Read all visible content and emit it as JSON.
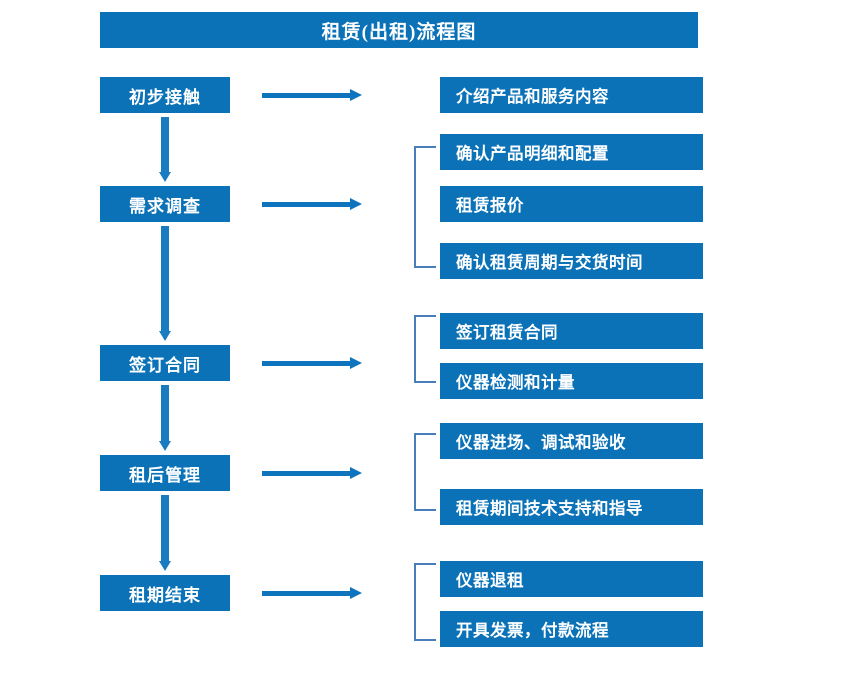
{
  "diagram": {
    "title": "租赁(出租)流程图",
    "accent_color": "#0b72b8",
    "arrow_color": "#0d74bd",
    "bracket_color": "#4a7ebb",
    "background_color": "#ffffff",
    "text_color": "#ffffff"
  },
  "stages": [
    {
      "id": "stage-1",
      "label": "初步接触"
    },
    {
      "id": "stage-2",
      "label": "需求调查"
    },
    {
      "id": "stage-3",
      "label": "签订合同"
    },
    {
      "id": "stage-4",
      "label": "租后管理"
    },
    {
      "id": "stage-5",
      "label": "租期结束"
    }
  ],
  "details": [
    {
      "id": "detail-1-1",
      "label": "介绍产品和服务内容"
    },
    {
      "id": "detail-2-1",
      "label": "确认产品明细和配置"
    },
    {
      "id": "detail-2-2",
      "label": "租赁报价"
    },
    {
      "id": "detail-2-3",
      "label": "确认租赁周期与交货时间"
    },
    {
      "id": "detail-3-1",
      "label": "签订租赁合同"
    },
    {
      "id": "detail-3-2",
      "label": "仪器检测和计量"
    },
    {
      "id": "detail-4-1",
      "label": "仪器进场、调试和验收"
    },
    {
      "id": "detail-4-2",
      "label": "租赁期间技术支持和指导"
    },
    {
      "id": "detail-5-1",
      "label": "仪器退租"
    },
    {
      "id": "detail-5-2",
      "label": "开具发票，付款流程"
    }
  ]
}
